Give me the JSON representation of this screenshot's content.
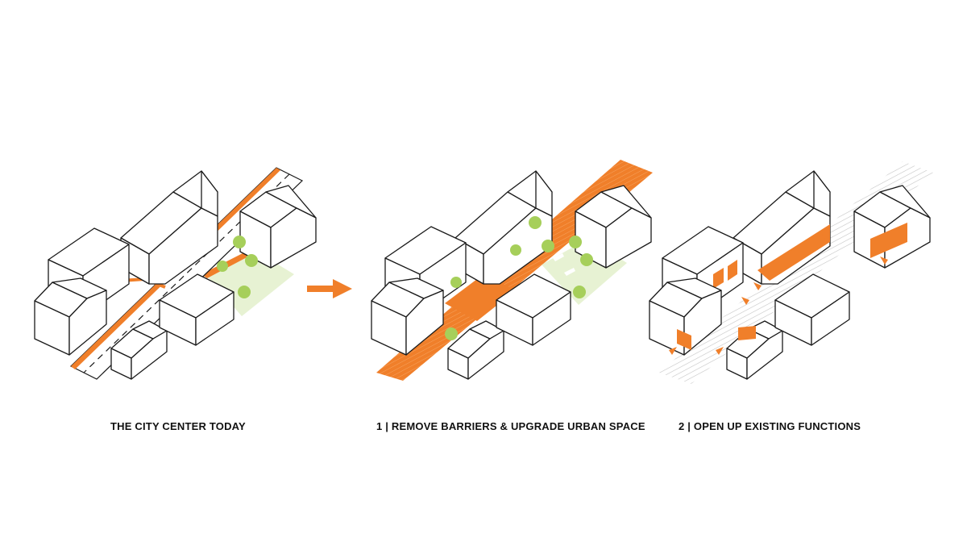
{
  "colors": {
    "accent": "#f07f2a",
    "accent_light": "#f6a35f",
    "greenery": "#e7f2d3",
    "tree": "#a6cf5a",
    "road": "#ffffff",
    "outline": "#1a1a1a",
    "hatch": "#bdbdbd"
  },
  "panels": [
    {
      "caption": "THE CITY CENTER TODAY"
    },
    {
      "caption": "1 | REMOVE BARRIERS & UPGRADE URBAN SPACE"
    },
    {
      "caption": "2 | OPEN UP EXISTING FUNCTIONS"
    }
  ],
  "connector": {
    "icon": "right-arrow-icon"
  }
}
